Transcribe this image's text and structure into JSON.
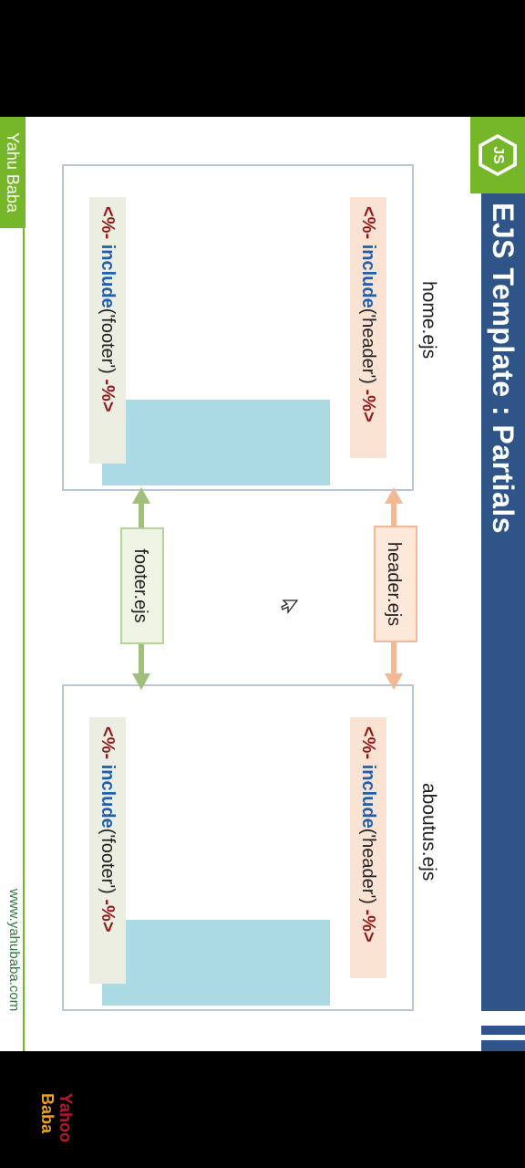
{
  "slide": {
    "title": "EJS Template : Partials",
    "logo_text": "JS",
    "pages": [
      {
        "name": "home.ejs",
        "header_include": {
          "open": "<%-",
          "keyword": "include",
          "arg": "('header')",
          "close": "-%>"
        },
        "footer_include": {
          "open": "<%-",
          "keyword": "include",
          "arg": "('footer')",
          "close": "-%>"
        }
      },
      {
        "name": "aboutus.ejs",
        "header_include": {
          "open": "<%-",
          "keyword": "include",
          "arg": "('header')",
          "close": "-%>"
        },
        "footer_include": {
          "open": "<%-",
          "keyword": "include",
          "arg": "('footer')",
          "close": "-%>"
        }
      }
    ],
    "shared": {
      "header": "header.ejs",
      "footer": "footer.ejs"
    },
    "brand_tab": "Yahu Baba",
    "website": "www.yahubaba.com"
  },
  "overlay_logo": {
    "line1": "Yahoo",
    "line2": "Baba"
  },
  "colors": {
    "title_bar": "#2f5588",
    "logo_green": "#76b72a",
    "header_fill": "#fbe3d4",
    "footer_fill": "#ebeee1",
    "content_fill": "#acdae4"
  }
}
